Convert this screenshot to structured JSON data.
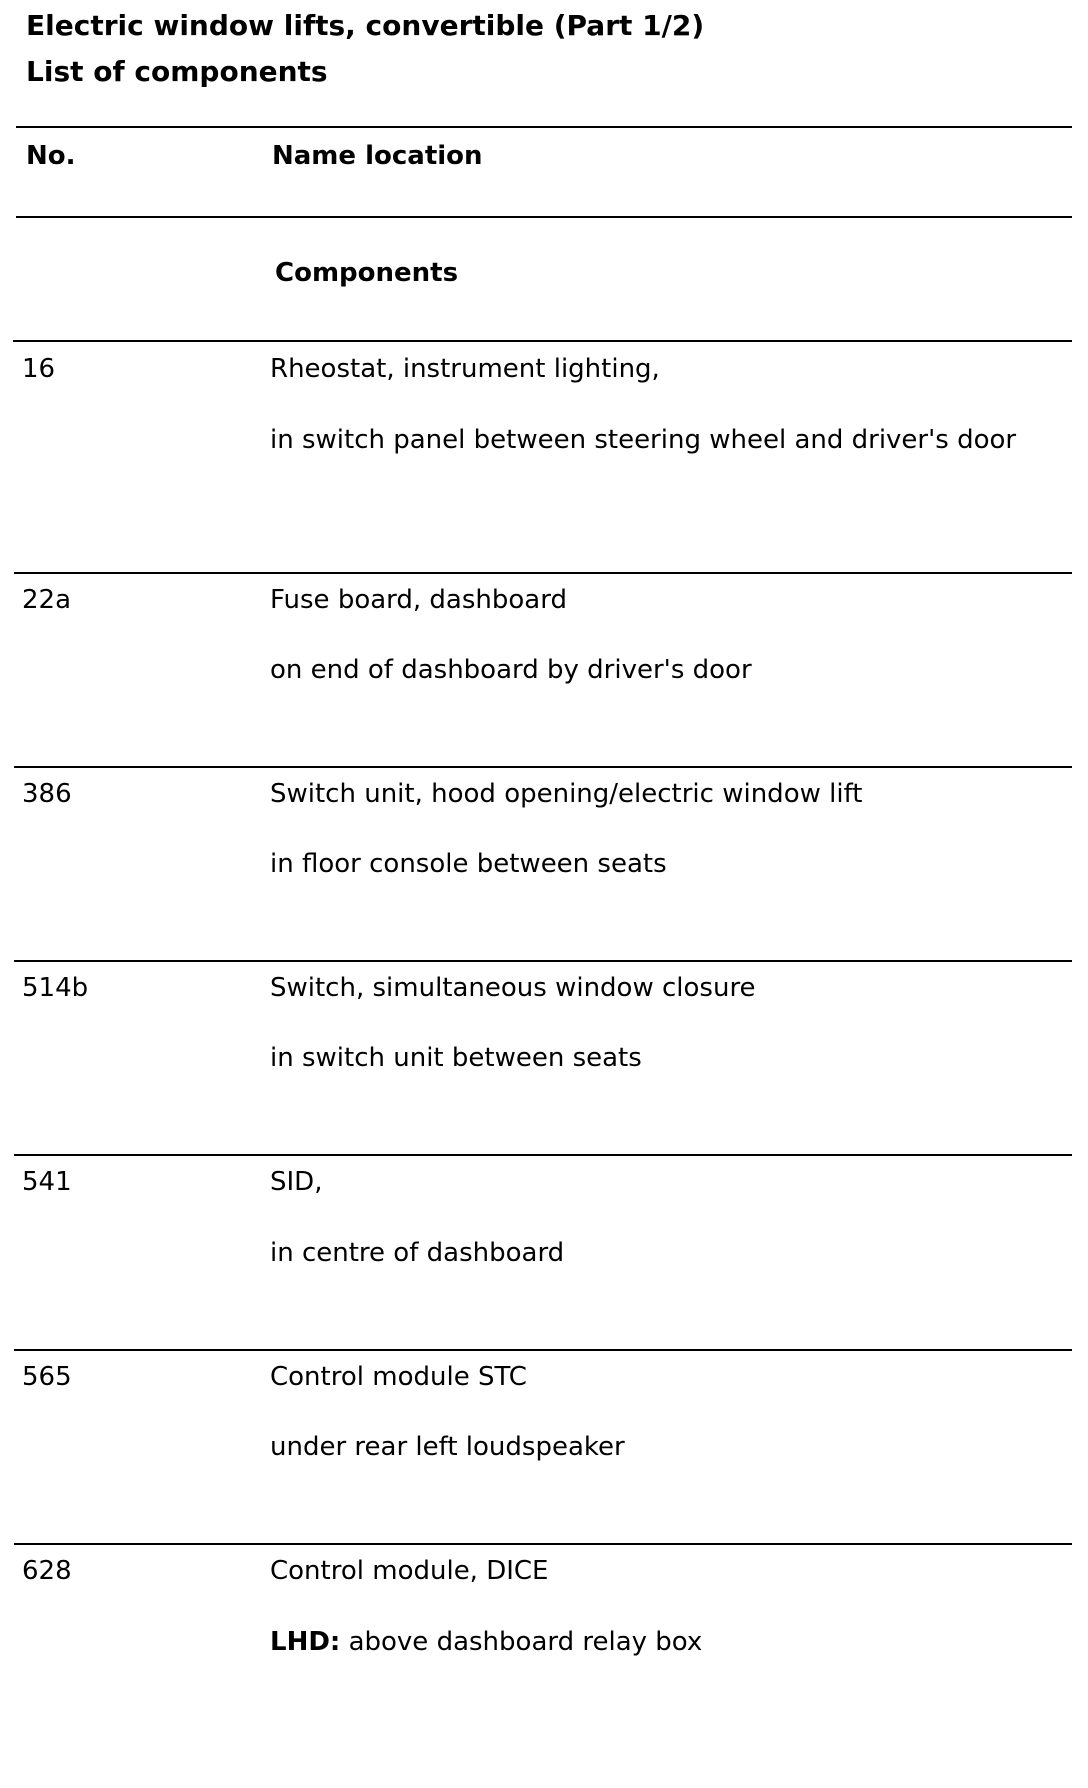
{
  "document": {
    "title_line1": "Electric window lifts, convertible (Part 1/2)",
    "title_line2": "List of components"
  },
  "table": {
    "header_no": "No.",
    "header_name": "Name location",
    "section": "Components",
    "rows": [
      {
        "no": "16",
        "name": "Rheostat, instrument lighting,",
        "location": "in switch panel between steering wheel and driver's door"
      },
      {
        "no": "22a",
        "name": "Fuse board, dashboard",
        "location": "on end of dashboard by driver's door"
      },
      {
        "no": "386",
        "name": "Switch unit, hood opening/electric window lift",
        "location": "in floor console between seats"
      },
      {
        "no": "514b",
        "name": "Switch, simultaneous window closure",
        "location": "in switch unit between seats"
      },
      {
        "no": "541",
        "name": "SID,",
        "location": "in centre of dashboard"
      },
      {
        "no": "565",
        "name": "Control module STC",
        "location": "under rear left loudspeaker"
      },
      {
        "no": "628",
        "name": "Control module, DICE",
        "location_label": "LHD:",
        "location": " above dashboard relay box"
      }
    ]
  }
}
